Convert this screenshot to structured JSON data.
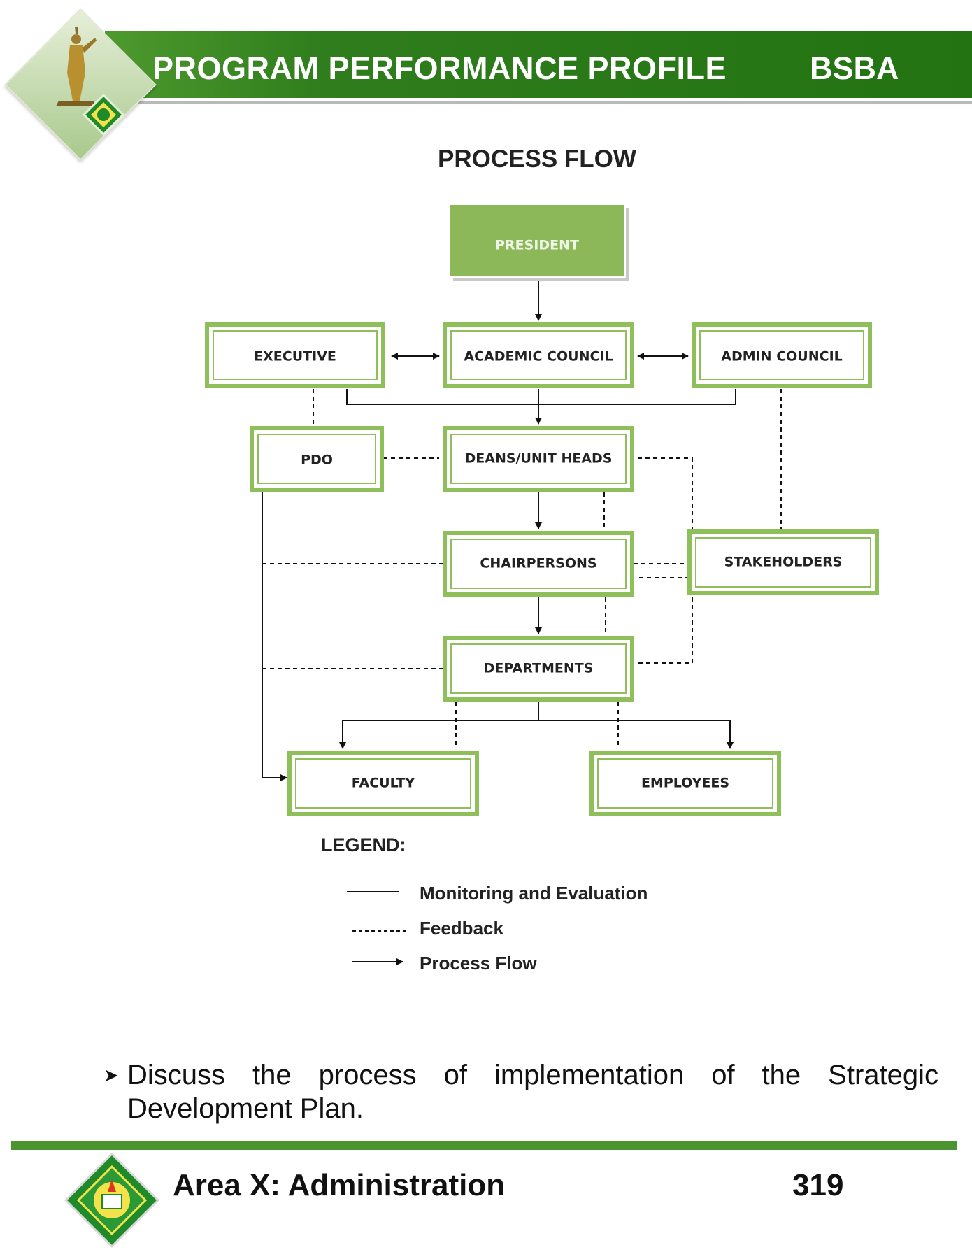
{
  "header": {
    "title": "PROGRAM PERFORMANCE PROFILE",
    "program": "BSBA"
  },
  "diagram": {
    "title": "PROCESS FLOW",
    "nodes": {
      "president": "PRESIDENT",
      "executive": "EXECUTIVE",
      "academic_council": "ACADEMIC COUNCIL",
      "admin_council": "ADMIN COUNCIL",
      "pdo": "PDO",
      "deans": "DEANS/UNIT HEADS",
      "chairpersons": "CHAIRPERSONS",
      "stakeholders": "STAKEHOLDERS",
      "departments": "DEPARTMENTS",
      "faculty": "FACULTY",
      "employees": "EMPLOYEES"
    },
    "legend": {
      "title": "LEGEND:",
      "items": [
        "Monitoring and Evaluation",
        "Feedback",
        "Process Flow"
      ]
    }
  },
  "body": {
    "bullet": "Discuss the process of implementation of the Strategic Development Plan."
  },
  "footer": {
    "area": "Area X: Administration",
    "page": "319"
  },
  "colors": {
    "brand_green": "#237313",
    "box_green": "#8fbf5a",
    "president_fill": "#8db85a"
  }
}
